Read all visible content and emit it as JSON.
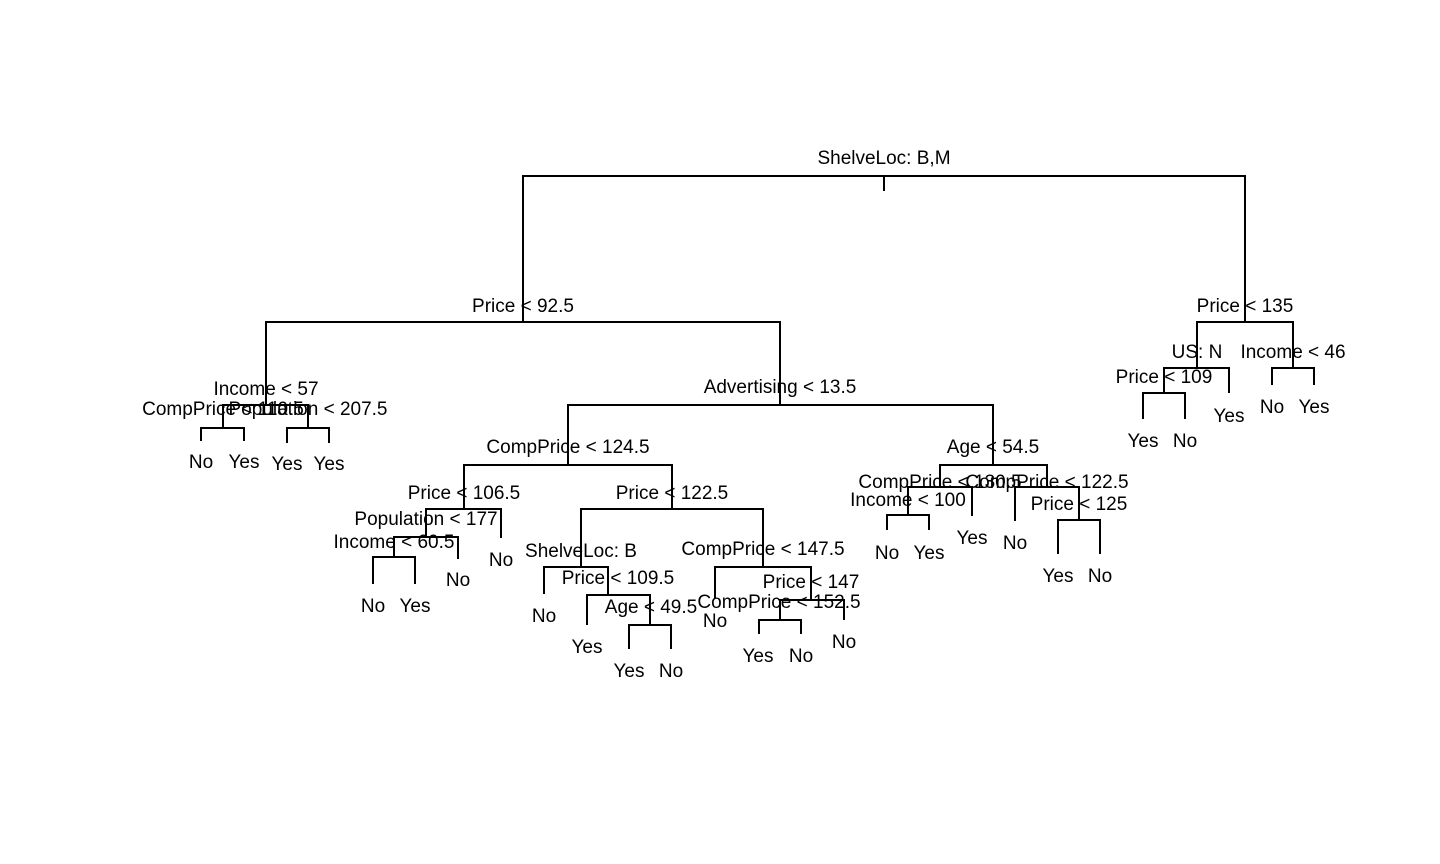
{
  "tree": {
    "id": "n",
    "split": "ShelveLoc: B,M",
    "children": [
      {
        "id": "n1",
        "split": "Price < 92.5",
        "children": [
          {
            "id": "n11",
            "split": "Income < 57",
            "children": [
              {
                "id": "n111",
                "split": "CompPrice < 110.5",
                "children": [
                  {
                    "id": "n1111",
                    "leaf": "No"
                  },
                  {
                    "id": "n1112",
                    "leaf": "Yes"
                  }
                ]
              },
              {
                "id": "n112",
                "split": "Population < 207.5",
                "children": [
                  {
                    "id": "n1121",
                    "leaf": "Yes"
                  },
                  {
                    "id": "n1122",
                    "leaf": "Yes"
                  }
                ]
              }
            ]
          },
          {
            "id": "n12",
            "split": "Advertising < 13.5",
            "children": [
              {
                "id": "n121",
                "split": "CompPrice < 124.5",
                "children": [
                  {
                    "id": "n1211",
                    "split": "Price < 106.5",
                    "children": [
                      {
                        "id": "n12111",
                        "split": "Population < 177",
                        "children": [
                          {
                            "id": "n121111",
                            "split": "Income < 60.5",
                            "children": [
                              {
                                "id": "n1211111",
                                "leaf": "No"
                              },
                              {
                                "id": "n1211112",
                                "leaf": "Yes"
                              }
                            ]
                          },
                          {
                            "id": "n121112",
                            "leaf": "No"
                          }
                        ]
                      },
                      {
                        "id": "n12112",
                        "leaf": "No"
                      }
                    ]
                  },
                  {
                    "id": "n1212",
                    "split": "Price < 122.5",
                    "children": [
                      {
                        "id": "n12121",
                        "split": "ShelveLoc: B",
                        "children": [
                          {
                            "id": "n121211",
                            "leaf": "No"
                          },
                          {
                            "id": "n121212",
                            "split": "Price < 109.5",
                            "children": [
                              {
                                "id": "n1212121",
                                "leaf": "Yes"
                              },
                              {
                                "id": "n1212122",
                                "split": "Age < 49.5",
                                "children": [
                                  {
                                    "id": "n12121221",
                                    "leaf": "Yes"
                                  },
                                  {
                                    "id": "n12121222",
                                    "leaf": "No"
                                  }
                                ]
                              }
                            ]
                          }
                        ]
                      },
                      {
                        "id": "n12122",
                        "split": "CompPrice < 147.5",
                        "children": [
                          {
                            "id": "n121221",
                            "leaf": "No"
                          },
                          {
                            "id": "n121222",
                            "split": "Price < 147",
                            "children": [
                              {
                                "id": "n1212221",
                                "split": "CompPrice < 152.5",
                                "children": [
                                  {
                                    "id": "n12122211",
                                    "leaf": "Yes"
                                  },
                                  {
                                    "id": "n12122212",
                                    "leaf": "No"
                                  }
                                ]
                              },
                              {
                                "id": "n1212222",
                                "leaf": "No"
                              }
                            ]
                          }
                        ]
                      }
                    ]
                  }
                ]
              },
              {
                "id": "n122",
                "split": "Age < 54.5",
                "children": [
                  {
                    "id": "n1221",
                    "split": "CompPrice < 130.5",
                    "children": [
                      {
                        "id": "n12211",
                        "split": "Income < 100",
                        "children": [
                          {
                            "id": "n122111",
                            "leaf": "No"
                          },
                          {
                            "id": "n122112",
                            "leaf": "Yes"
                          }
                        ]
                      },
                      {
                        "id": "n12212",
                        "leaf": "Yes"
                      }
                    ]
                  },
                  {
                    "id": "n1222",
                    "split": "CompPrice < 122.5",
                    "children": [
                      {
                        "id": "n12221",
                        "leaf": "No"
                      },
                      {
                        "id": "n12222",
                        "split": "Price < 125",
                        "children": [
                          {
                            "id": "n122221",
                            "leaf": "Yes"
                          },
                          {
                            "id": "n122222",
                            "leaf": "No"
                          }
                        ]
                      }
                    ]
                  }
                ]
              }
            ]
          }
        ]
      },
      {
        "id": "n2",
        "split": "Price < 135",
        "children": [
          {
            "id": "n21",
            "split": "US: N",
            "children": [
              {
                "id": "n211",
                "split": "Price < 109",
                "children": [
                  {
                    "id": "n2111",
                    "leaf": "Yes"
                  },
                  {
                    "id": "n2112",
                    "leaf": "No"
                  }
                ]
              },
              {
                "id": "n212",
                "leaf": "Yes"
              }
            ]
          },
          {
            "id": "n22",
            "split": "Income < 46",
            "children": [
              {
                "id": "n221",
                "leaf": "No"
              },
              {
                "id": "n222",
                "leaf": "Yes"
              }
            ]
          }
        ]
      }
    ]
  }
}
